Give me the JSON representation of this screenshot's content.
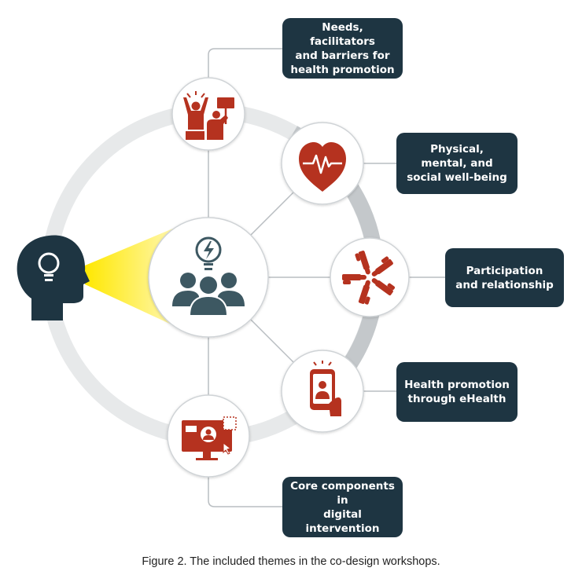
{
  "themes": [
    {
      "id": "needs",
      "label": "Needs, facilitators\nand barriers for\nhealth promotion",
      "icon": "people-cheering-with-sign-icon"
    },
    {
      "id": "wellbeing",
      "label": "Physical,\nmental, and\nsocial well-being",
      "icon": "heart-pulse-icon"
    },
    {
      "id": "participation",
      "label": "Participation\nand relationship",
      "icon": "hands-together-icon"
    },
    {
      "id": "ehealth",
      "label": "Health promotion\nthrough eHealth",
      "icon": "smartphone-video-call-icon"
    },
    {
      "id": "core",
      "label": "Core components in\ndigital intervention",
      "icon": "computer-monitor-user-icon"
    }
  ],
  "center": {
    "icon": "group-with-lightbulb-icon"
  },
  "head": {
    "icon": "head-with-lightbulb-icon"
  },
  "caption": "Figure 2. The included themes in the co-design workshops.",
  "colors": {
    "icon_red": "#b5321f",
    "dark_navy": "#1e3542",
    "center_slate": "#3d5862",
    "ring_gray": "#e7e9ea",
    "ring_dark": "#c4c8cb",
    "connector": "#b9bec2",
    "beam_yellow": "#ffe800"
  }
}
